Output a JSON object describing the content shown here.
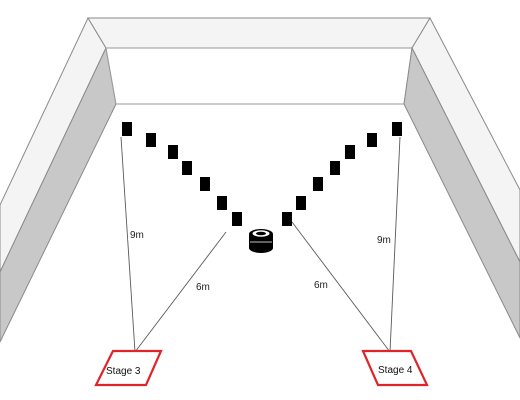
{
  "diagram": {
    "distances": {
      "left_long": "9m",
      "left_short": "6m",
      "right_short": "6m",
      "right_long": "9m"
    },
    "stages": {
      "left": "Stage 3",
      "right": "Stage 4"
    },
    "marker_counts": {
      "left_row": 7,
      "right_row": 7
    },
    "colors": {
      "pad_outline": "#e0242b",
      "marker": "#000000",
      "wall_side": "#c8c8c8"
    },
    "icons": {
      "center_object": "speaker-icon"
    }
  }
}
